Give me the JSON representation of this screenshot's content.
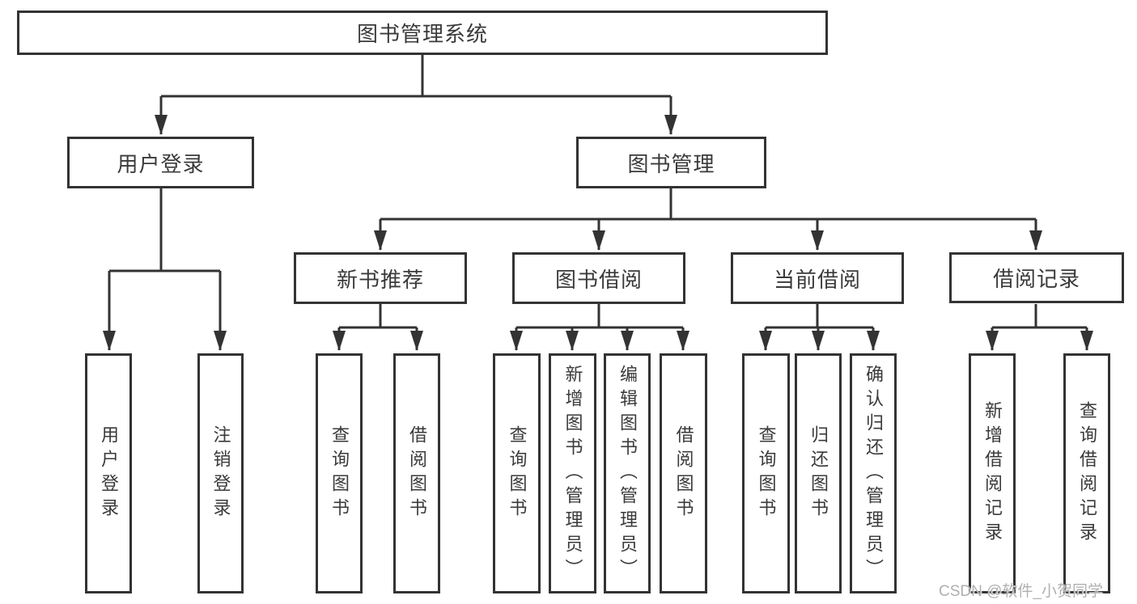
{
  "diagram": {
    "root": {
      "label": "图书管理系统"
    },
    "branches": [
      {
        "label": "用户登录",
        "children": [
          {
            "label": "用户登录"
          },
          {
            "label": "注销登录"
          }
        ]
      },
      {
        "label": "图书管理",
        "children": [
          {
            "label": "新书推荐",
            "children": [
              {
                "label": "查询图书"
              },
              {
                "label": "借阅图书"
              }
            ]
          },
          {
            "label": "图书借阅",
            "children": [
              {
                "label": "查询图书"
              },
              {
                "label": "新增图书（管理员）"
              },
              {
                "label": "编辑图书（管理员）"
              },
              {
                "label": "借阅图书"
              }
            ]
          },
          {
            "label": "当前借阅",
            "children": [
              {
                "label": "查询图书"
              },
              {
                "label": "归还图书"
              },
              {
                "label": "确认归还（管理员）"
              }
            ]
          },
          {
            "label": "借阅记录",
            "children": [
              {
                "label": "新增借阅记录"
              },
              {
                "label": "查询借阅记录"
              }
            ]
          }
        ]
      }
    ]
  },
  "watermark": {
    "text": "CSDN @软件_小贺同学"
  },
  "colors": {
    "line": "#333333",
    "text": "#3a3a3a",
    "watermark": "#b0b0b0",
    "background": "#ffffff"
  }
}
